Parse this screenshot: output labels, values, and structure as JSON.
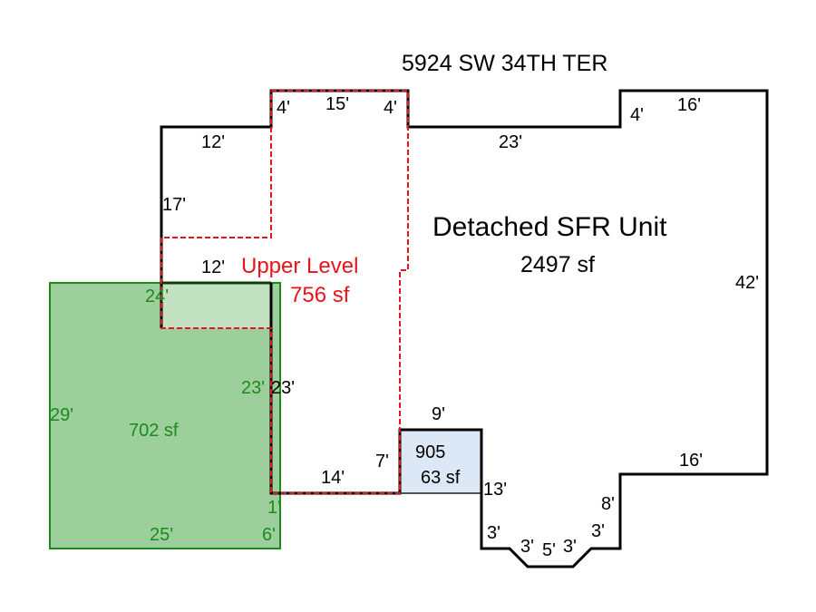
{
  "address": "5924 SW 34TH TER",
  "main_area": {
    "label": "Detached SFR Unit",
    "area": "2497 sf"
  },
  "upper_level": {
    "label": "Upper Level",
    "area": "756 sf"
  },
  "green_area": {
    "area": "702 sf"
  },
  "blue_area": {
    "code": "905",
    "area": "63 sf"
  },
  "colors": {
    "outline": "#000000",
    "upper": "#e8141a",
    "green_fill": "#9ccf9c",
    "green_line": "#1d8a1d",
    "blue_fill": "#dce8f5"
  },
  "dimensions": {
    "d4a": "4'",
    "d15": "15'",
    "d4b": "4'",
    "d12top": "12'",
    "d23top": "23'",
    "d4c": "4'",
    "d16top": "16'",
    "d17": "17'",
    "d12mid": "12'",
    "d42": "42'",
    "d23right": "23'",
    "d9": "9'",
    "d7": "7'",
    "d14": "14'",
    "d16bot": "16'",
    "d13": "13'",
    "d8": "8'",
    "d3a": "3'",
    "d3b": "3'",
    "d5": "5'",
    "d3c": "3'",
    "d3d": "3'"
  },
  "green_dimensions": {
    "g24": "24'",
    "g23": "23'",
    "g29": "29'",
    "g25": "25'",
    "g1": "1'",
    "g6": "6'"
  }
}
